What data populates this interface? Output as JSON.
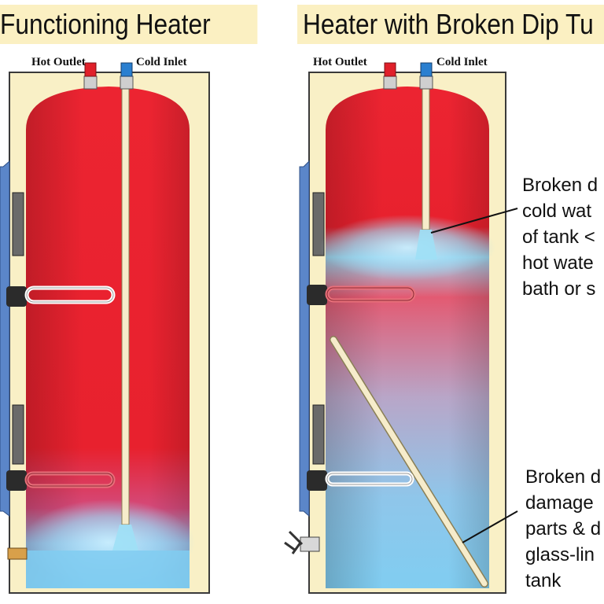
{
  "titles": {
    "left": "Functioning Heater",
    "right": "Heater with Broken Dip Tu"
  },
  "ports": {
    "hot_outlet": "Hot Outlet",
    "cold_inlet": "Cold Inlet"
  },
  "callouts": {
    "dip_tube": [
      "Broken d",
      "cold wat",
      "of tank <",
      "hot wate",
      "bath or s"
    ],
    "debris": [
      "Broken d",
      "damage",
      "parts & d",
      "glass-lin",
      "tank"
    ]
  },
  "colors": {
    "hot_water": "#e8212e",
    "cold_water": "#7fcdf0",
    "housing": "#f9f0c6",
    "title_band": "#fbf0c2",
    "hot_cap": "#e0202a",
    "cold_cap": "#2a7fd0",
    "control_panel": "#5b86c9"
  }
}
